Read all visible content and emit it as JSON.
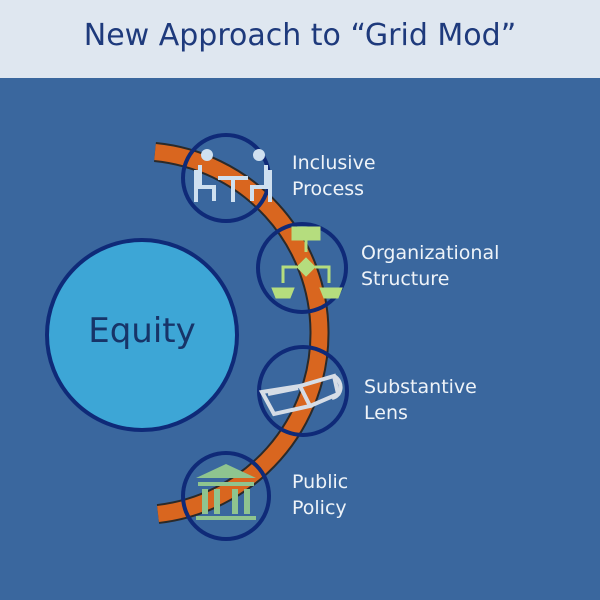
{
  "title": "New Approach to “Grid Mod”",
  "center": {
    "label": "Equity"
  },
  "items": [
    {
      "line1": "Inclusive",
      "line2": "Process",
      "icon": "meeting-icon"
    },
    {
      "line1": "Organizational",
      "line2": "Structure",
      "icon": "flowchart-icon"
    },
    {
      "line1": "Substantive",
      "line2": "Lens",
      "icon": "3d-glasses-icon"
    },
    {
      "line1": "Public",
      "line2": "Policy",
      "icon": "government-building-icon"
    }
  ],
  "colors": {
    "background": "#3a679e",
    "arc": "#d9661f",
    "circle_outline": "#0f2a78",
    "equity_fill": "#3da6d6",
    "icon_green": "#b5dd7e"
  }
}
